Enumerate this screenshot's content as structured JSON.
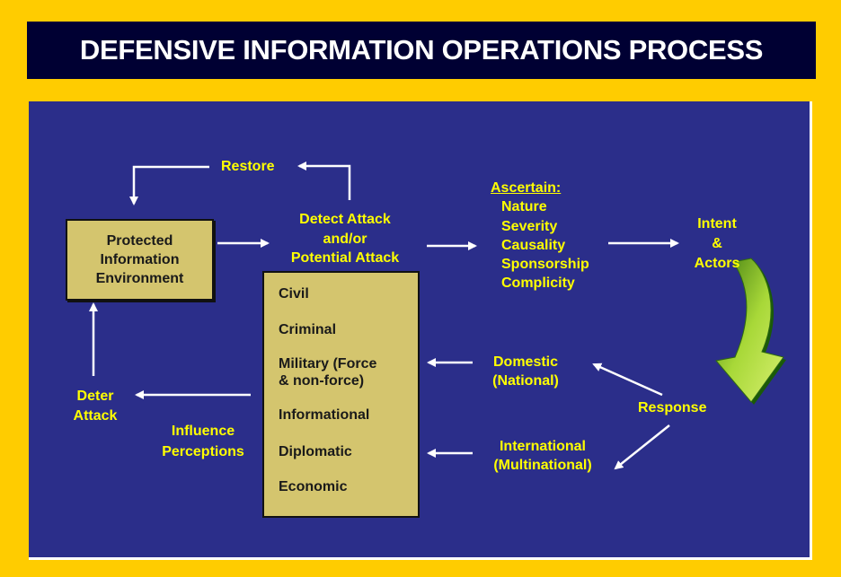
{
  "title": "DEFENSIVE INFORMATION OPERATIONS PROCESS",
  "colors": {
    "background": "#ffcc00",
    "title_bg": "#000033",
    "panel_bg": "#2b2e8a",
    "label_text": "#ffff00",
    "box_fill": "#d4c56e",
    "curve_arrow": "#99cc33"
  },
  "nodes": {
    "restore": "Restore",
    "protected_env": [
      "Protected",
      "Information",
      "Environment"
    ],
    "detect": [
      "Detect Attack",
      "and/or",
      "Potential Attack"
    ],
    "ascertain_heading": "Ascertain:",
    "ascertain_items": [
      "Nature",
      "Severity",
      "Causality",
      "Sponsorship",
      "Complicity"
    ],
    "intent": [
      "Intent",
      "&",
      "Actors"
    ],
    "response": "Response",
    "domestic": [
      "Domestic",
      "(National)"
    ],
    "international": [
      "International",
      "(Multinational)"
    ],
    "influence": [
      "Influence",
      "Perceptions"
    ],
    "deter": [
      "Deter",
      "Attack"
    ]
  },
  "means": [
    "Civil",
    "Criminal",
    "Military (Force",
    "& non-force)",
    "Informational",
    "Diplomatic",
    "Economic"
  ]
}
